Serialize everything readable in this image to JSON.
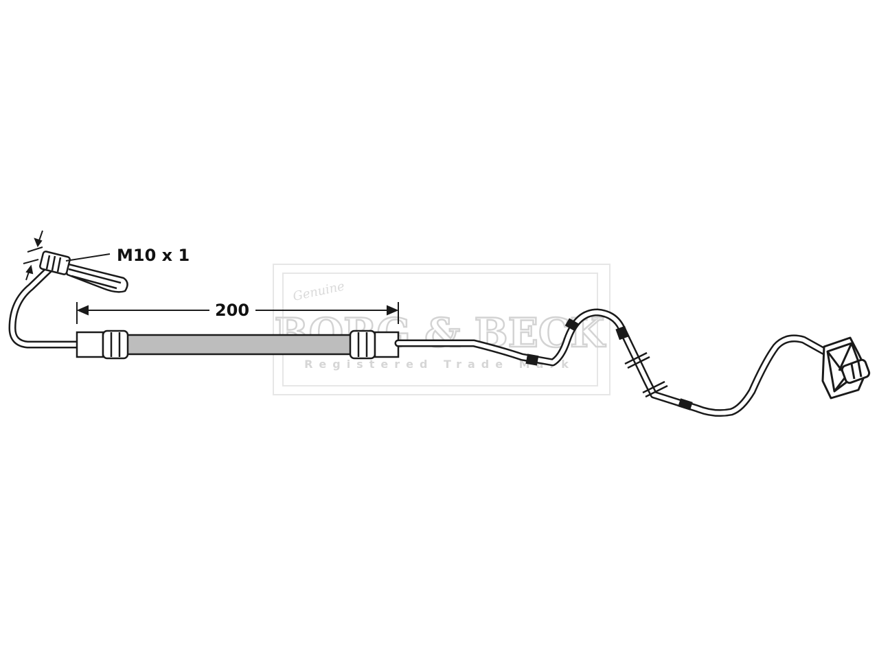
{
  "diagram": {
    "thread_label": "M10 x 1",
    "length_label": "200"
  },
  "watermark": {
    "script": "Genuine",
    "brand": "BORG & BECK",
    "tagline": "Registered Trade Mark"
  },
  "colors": {
    "line": "#1a1a1a",
    "hose_fill": "#bdbdbd",
    "watermark": "#d8d8d8"
  }
}
